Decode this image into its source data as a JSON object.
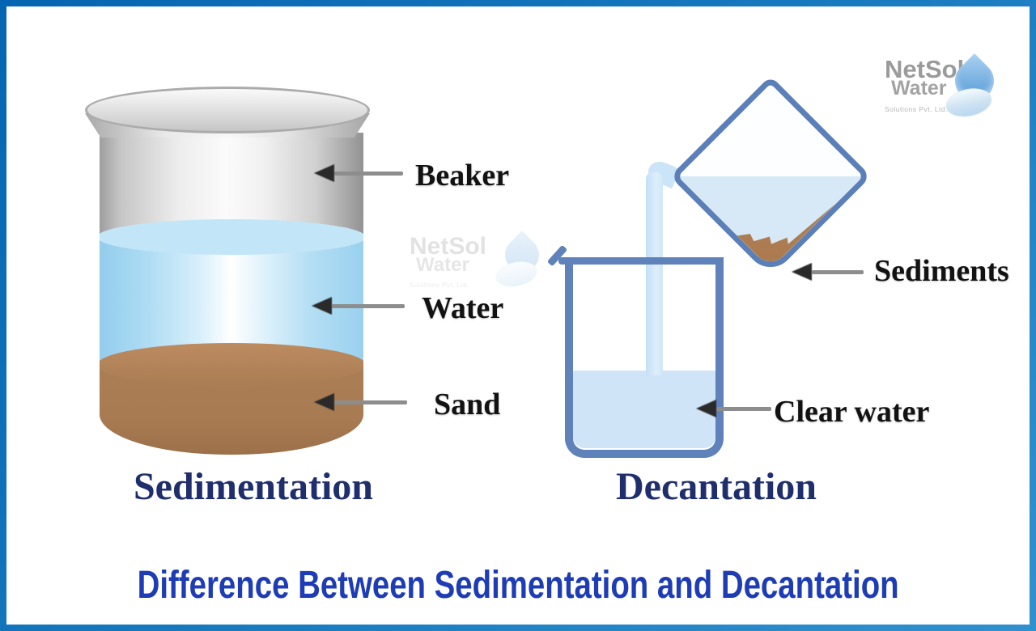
{
  "title": {
    "text": "Difference Between Sedimentation and Decantation",
    "color": "#1d3cb5"
  },
  "sedimentation": {
    "caption": "Sedimentation",
    "labels": {
      "beaker": "Beaker",
      "water": "Water",
      "sand": "Sand"
    }
  },
  "decantation": {
    "caption": "Decantation",
    "labels": {
      "sediments": "Sediments",
      "clear_water": "Clear water"
    }
  },
  "logo": {
    "name": "NetSol",
    "product": "Water",
    "subtitle": "Solutions Pvt. Ltd."
  },
  "watermark": {
    "name": "NetSol",
    "product": "Water",
    "subtitle": "Solutions Pvt. Ltd."
  },
  "colors": {
    "frame_border_start": "#0665b2",
    "frame_border_end": "#3191cf",
    "caption_navy": "#1f2e6d",
    "title_blue": "#1d3cb5",
    "beaker_gray": "#d0d0d0",
    "water_blue": "#aedcf4",
    "sand_brown": "#a87b52",
    "decant_outline_blue": "#5b7fb8",
    "decant_water_pale": "#d7e9f7",
    "sediment_brown": "#aa7a4e",
    "arrow_shaft_gray": "#8d8d8d",
    "arrow_head_black": "#2a2a2a"
  }
}
